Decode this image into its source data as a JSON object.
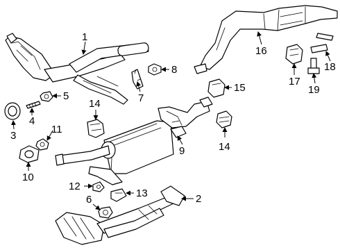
{
  "callouts": [
    {
      "id": "1",
      "text": "1"
    },
    {
      "id": "2",
      "text": "2"
    },
    {
      "id": "3",
      "text": "3"
    },
    {
      "id": "4",
      "text": "4"
    },
    {
      "id": "5",
      "text": "5"
    },
    {
      "id": "6",
      "text": "6"
    },
    {
      "id": "7",
      "text": "7"
    },
    {
      "id": "8",
      "text": "8"
    },
    {
      "id": "9",
      "text": "9"
    },
    {
      "id": "10",
      "text": "10"
    },
    {
      "id": "11",
      "text": "11"
    },
    {
      "id": "12",
      "text": "12"
    },
    {
      "id": "13",
      "text": "13"
    },
    {
      "id": "14a",
      "text": "14"
    },
    {
      "id": "14b",
      "text": "14"
    },
    {
      "id": "15",
      "text": "15"
    },
    {
      "id": "16",
      "text": "16"
    },
    {
      "id": "17",
      "text": "17"
    },
    {
      "id": "18",
      "text": "18"
    },
    {
      "id": "19",
      "text": "19"
    }
  ]
}
